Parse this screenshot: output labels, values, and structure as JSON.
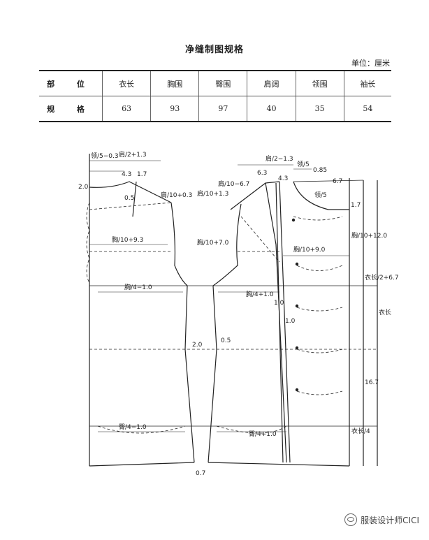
{
  "header": {
    "title": "净缝制图规格",
    "unit": "单位：厘米"
  },
  "spec_table": {
    "row_label_part": "部 位",
    "row_label_spec": "规 格",
    "columns": [
      {
        "name": "衣长",
        "value": "63"
      },
      {
        "name": "胸围",
        "value": "93"
      },
      {
        "name": "臀围",
        "value": "97"
      },
      {
        "name": "肩阔",
        "value": "40"
      },
      {
        "name": "领围",
        "value": "35"
      },
      {
        "name": "袖长",
        "value": "54"
      }
    ]
  },
  "diagram": {
    "labels": {
      "b_neck_w": "领/5−0.3",
      "b_shoulder": "肩/2+1.3",
      "b_43": "4.3",
      "b_17": "1.7",
      "b_20": "2.0",
      "b_05": "0.5",
      "b_neck_d": "肩/10+0.3",
      "b_chest_depth": "胸/10+9.3",
      "b_chest": "胸/4−1.0",
      "b_20b": "2.0",
      "b_hip": "臀/4−1.0",
      "b_07": "0.7",
      "f_chest_depth": "胸/10+7.0",
      "f_neck_d": "肩/10+1.3",
      "f_67": "肩/10−6.7",
      "f_shoulder": "肩/2−1.3",
      "f_63": "6.3",
      "f_neck_w": "领/5",
      "f_085": "0.85",
      "f_43": "4.3",
      "f_collar": "领/5",
      "f_67b": "6.7",
      "f_17": "1.7",
      "f_chest_w": "胸/10+9.0",
      "f_chest": "胸/4+1.0",
      "f_10a": "1.0",
      "f_10b": "1.0",
      "f_05": "0.5",
      "f_hip": "臀/4+1.0",
      "f_side": "胸/10+12.0",
      "f_waist": "衣长/2+6.7",
      "f_167": "16.7",
      "f_len": "衣长/4",
      "f_total": "衣长"
    }
  },
  "watermark": {
    "text": "服装设计师CICI"
  }
}
